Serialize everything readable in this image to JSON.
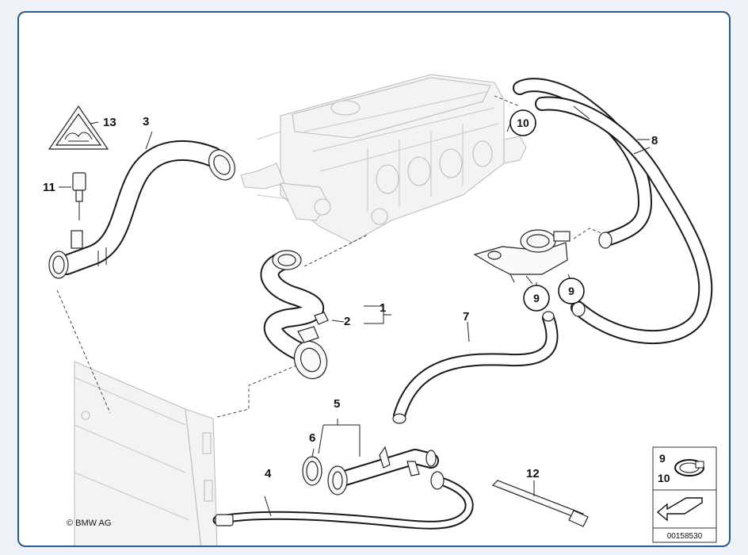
{
  "diagram": {
    "callouts": {
      "c1": "1",
      "c2": "2",
      "c3": "3",
      "c4": "4",
      "c5": "5",
      "c6": "6",
      "c7": "7",
      "c8": "8",
      "c9a": "9",
      "c9b": "9",
      "c10": "10",
      "c11": "11",
      "c12": "12",
      "c13": "13"
    },
    "legend": {
      "num_top": "9",
      "num_bottom": "10"
    },
    "copyright": "© BMW AG",
    "document_number": "00158530"
  }
}
